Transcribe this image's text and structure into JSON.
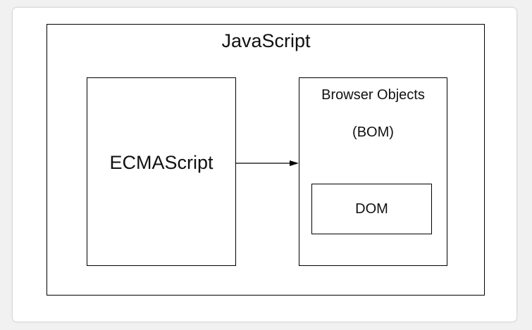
{
  "diagram": {
    "outer_title": "JavaScript",
    "ecmascript_label": "ECMAScript",
    "browser_objects_line1": "Browser Objects",
    "browser_objects_line2": "(BOM)",
    "dom_label": "DOM"
  },
  "colors": {
    "stroke": "#000000",
    "background": "#ffffff",
    "page_background": "#f1f1f1"
  }
}
